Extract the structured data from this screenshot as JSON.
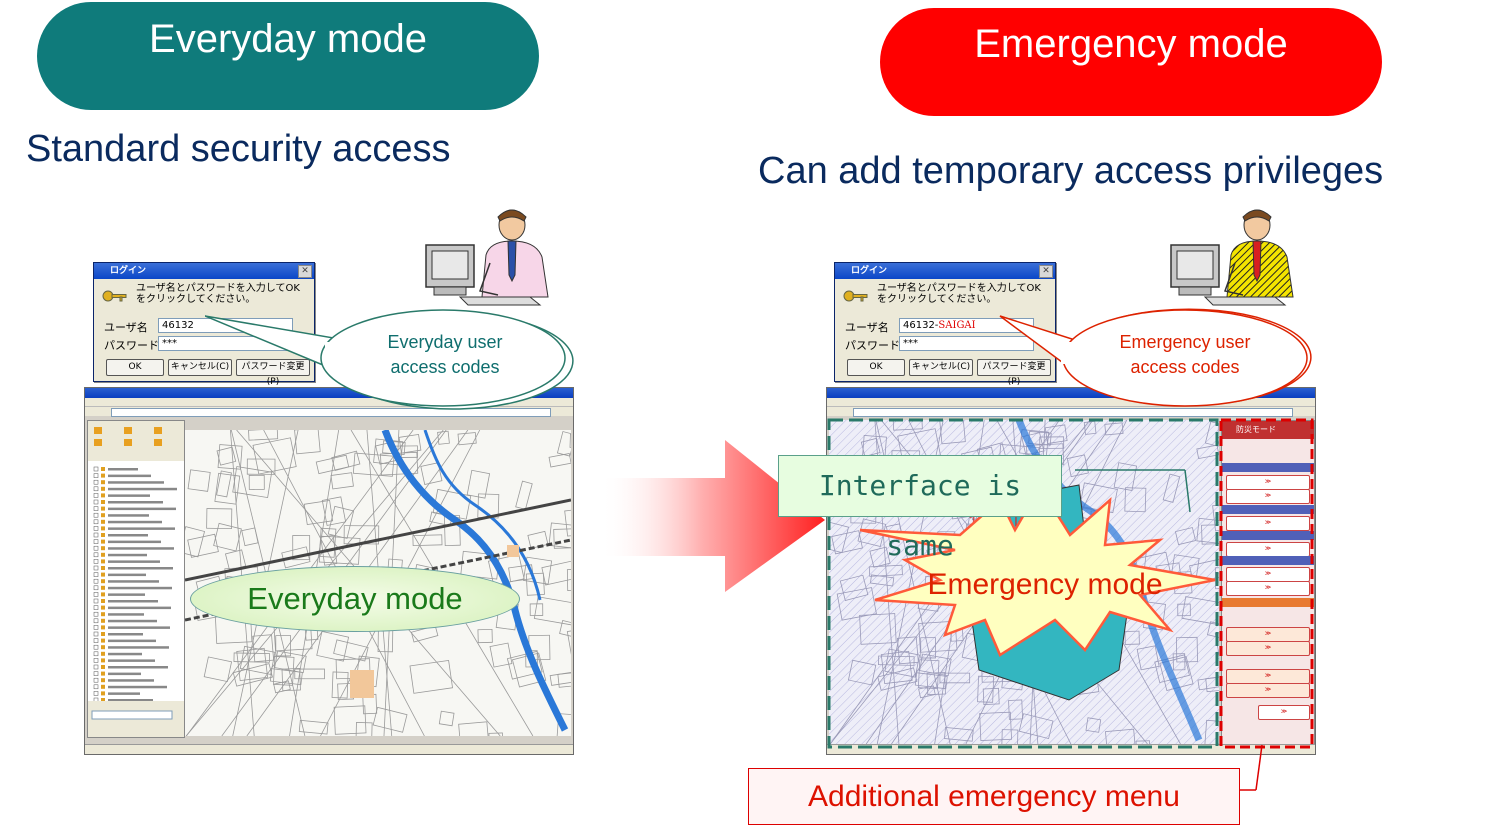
{
  "left": {
    "mode_pill": "Everyday mode",
    "heading": "Standard security access",
    "bubble_line1": "Everyday  user",
    "bubble_line2": "access codes",
    "map_label": "Everyday  mode",
    "dialog": {
      "title": "ログイン",
      "message_line1": "ユーザ名とパスワードを入力してOK",
      "message_line2": "をクリックしてください。",
      "user_label": "ユーザ名",
      "user_value": "46132",
      "password_label": "パスワード",
      "password_value": "***",
      "ok_label": "OK",
      "cancel_label": "キャンセル(C)",
      "change_password_label": "パスワード変更(P)"
    }
  },
  "right": {
    "mode_pill": "Emergency mode",
    "heading": "Can add temporary access privileges",
    "bubble_line1": "Emergency user",
    "bubble_line2": "access codes",
    "interface_label": "Interface is same",
    "burst_label": "Emergency mode",
    "menu_label": "Additional  emergency menu",
    "dialog": {
      "title": "ログイン",
      "message_line1": "ユーザ名とパスワードを入力してOK",
      "message_line2": "をクリックしてください。",
      "user_label": "ユーザ名",
      "user_value_prefix": "46132-",
      "user_value_suffix": "SAIGAI",
      "password_label": "パスワード",
      "password_value": "***",
      "ok_label": "OK",
      "cancel_label": "キャンセル(C)",
      "change_password_label": "パスワード変更(P)"
    },
    "side_menu_title": "防災モード"
  },
  "colors": {
    "everyday_pill": "#0f7b7b",
    "emergency_pill": "#ff0000",
    "heading_text": "#0a2a5e",
    "emergency_text": "#dd2200",
    "everyday_label_text": "#1a7a1a",
    "interface_label_bg": "#e7fde0",
    "dash_green": "#2a7a6a",
    "dash_red": "#dd0000"
  }
}
